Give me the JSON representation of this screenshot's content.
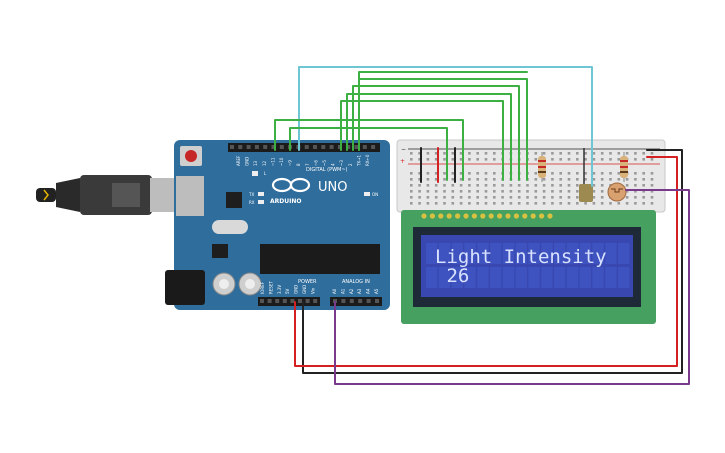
{
  "arduino": {
    "logo_text": "ARDUINO",
    "model": "UNO",
    "digital_header_label": "DIGITAL (PWM~)",
    "power_header_label": "POWER",
    "analog_header_label": "ANALOG IN",
    "on_label": "ON",
    "led_labels": [
      "L",
      "TX",
      "RX"
    ],
    "top_pin_labels": [
      "AREF",
      "GND",
      "13",
      "12",
      "~11",
      "~10",
      "~9",
      "8",
      "7",
      "~6",
      "~5",
      "4",
      "~3",
      "2",
      "TX→1",
      "RX←0"
    ],
    "power_pin_labels": [
      "IOREF",
      "RESET",
      "3.3V",
      "5V",
      "GND",
      "GND",
      "Vin"
    ],
    "analog_pin_labels": [
      "A0",
      "A1",
      "A2",
      "A3",
      "A4",
      "A5"
    ]
  },
  "lcd": {
    "line1": "Light Intensity",
    "line2": " 26"
  },
  "colors": {
    "board": "#2f6d9c",
    "breadboard": "#e8e8e8",
    "lcd_pcb": "#46a060",
    "lcd_screen": "#3848b0",
    "wire_green": "#3cb043",
    "wire_cyan": "#6ec6d4",
    "wire_red": "#d42020",
    "wire_black": "#222222",
    "wire_purple": "#7a3a8c"
  }
}
